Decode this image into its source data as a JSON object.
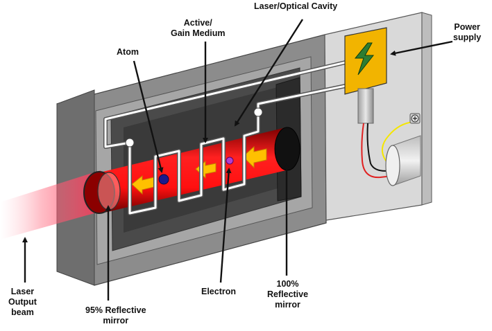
{
  "labels": {
    "cavity": "Laser/Optical Cavity",
    "active_line1": "Active/",
    "active_line2": "Gain Medium",
    "atom": "Atom",
    "power_line1": "Power",
    "power_line2": "supply",
    "electron": "Electron",
    "mirror100_line1": "100%",
    "mirror100_line2": "Reflective",
    "mirror100_line3": "mirror",
    "mirror95_line1": "95% Reflective",
    "mirror95_line2": "mirror",
    "beam_line1": "Laser",
    "beam_line2": "Output",
    "beam_line3": "beam"
  },
  "colors": {
    "housing": "#8a8a8a",
    "panel": "#d9d9d9",
    "medium": "#ff1a1a",
    "arrow": "#ffc000",
    "power_box": "#f2b400",
    "bolt": "#2e7d32",
    "atom": "#1a1a8c",
    "electron": "#9c27b0",
    "beam": "#ff4d6d"
  },
  "icons": [
    "lightning-bolt-icon",
    "plus-terminal-icon"
  ]
}
